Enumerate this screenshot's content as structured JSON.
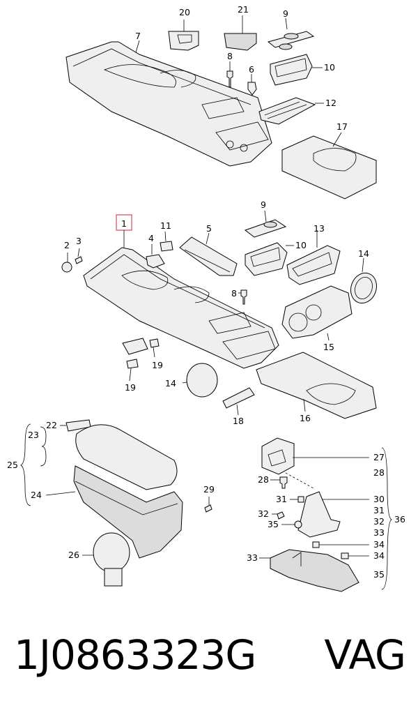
{
  "footer": {
    "part_number": "1J0863323G",
    "brand": "VAG"
  },
  "highlight_color": "#e06a7a",
  "callouts": {
    "c20": "20",
    "c21": "21",
    "c9a": "9",
    "c7": "7",
    "c8a": "8",
    "c6": "6",
    "c10a": "10",
    "c12": "12",
    "c17": "17",
    "c1": "1",
    "c11": "11",
    "c5": "5",
    "c9b": "9",
    "c13": "13",
    "c2": "2",
    "c3": "3",
    "c4": "4",
    "c10b": "10",
    "c14a": "14",
    "c8b": "8",
    "c19a": "19",
    "c19b": "19",
    "c15": "15",
    "c14b": "14",
    "c18": "18",
    "c16": "16",
    "c22": "22",
    "c23": "23",
    "c25": "25",
    "c24": "24",
    "c29": "29",
    "c26": "26",
    "c27": "27",
    "c28a": "28",
    "c28b": "28",
    "c31a": "31",
    "c30": "30",
    "c31b": "31",
    "c32a": "32",
    "c32b": "32",
    "c36": "36",
    "c35a": "35",
    "c33a": "33",
    "c34a": "34",
    "c33b": "33",
    "c34b": "34",
    "c35b": "35"
  }
}
